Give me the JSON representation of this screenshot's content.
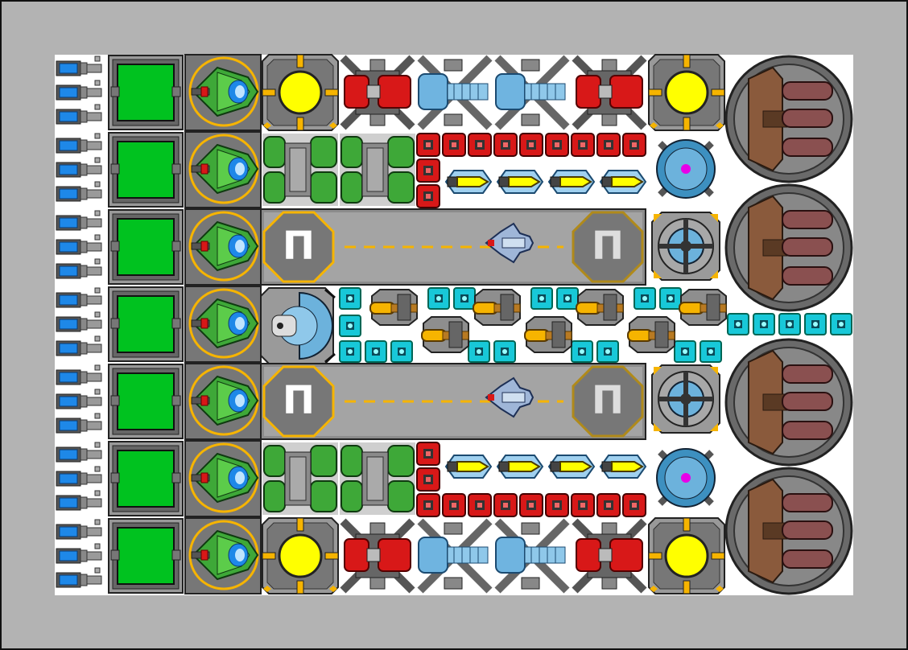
{
  "screen": {
    "title": "",
    "background_color": "#b3b3b3",
    "canvas_color": "#ffffff"
  },
  "palette": {
    "storage_green": "#00c21f",
    "reactor_yellow": "#ffff00",
    "shield_cyan": "#18c8d8",
    "power_red": "#d81818",
    "thruster_blue": "#1e88e8",
    "pipe_green": "#3ea838",
    "hangar_gray": "#8c8c8c",
    "cannon_brown": "#8a5a3c",
    "highlight_orange": "#f6b400",
    "warning_magenta": "#e800e8"
  },
  "modules": {
    "left_column": "blue-thruster-column",
    "storage": "green-storage-module",
    "engine": "green-engine-module",
    "reactor": "yellow-reactor-core",
    "power": "red-power-unit",
    "coolant": "blue-coolant-unit",
    "pipe": "green-pipe-module",
    "battery": "red-battery-cell",
    "missile": "yellow-missile-pod",
    "shield": "blue-shield-generator",
    "hangar": "hangar-bay",
    "fighter": "fighter-craft",
    "turret": "orange-gun-turret",
    "pod": "cyan-shield-cell",
    "cockpit": "cockpit-dome",
    "cannon": "heavy-cannon-turret"
  },
  "hangar": {
    "deck_glyph": "Π"
  }
}
